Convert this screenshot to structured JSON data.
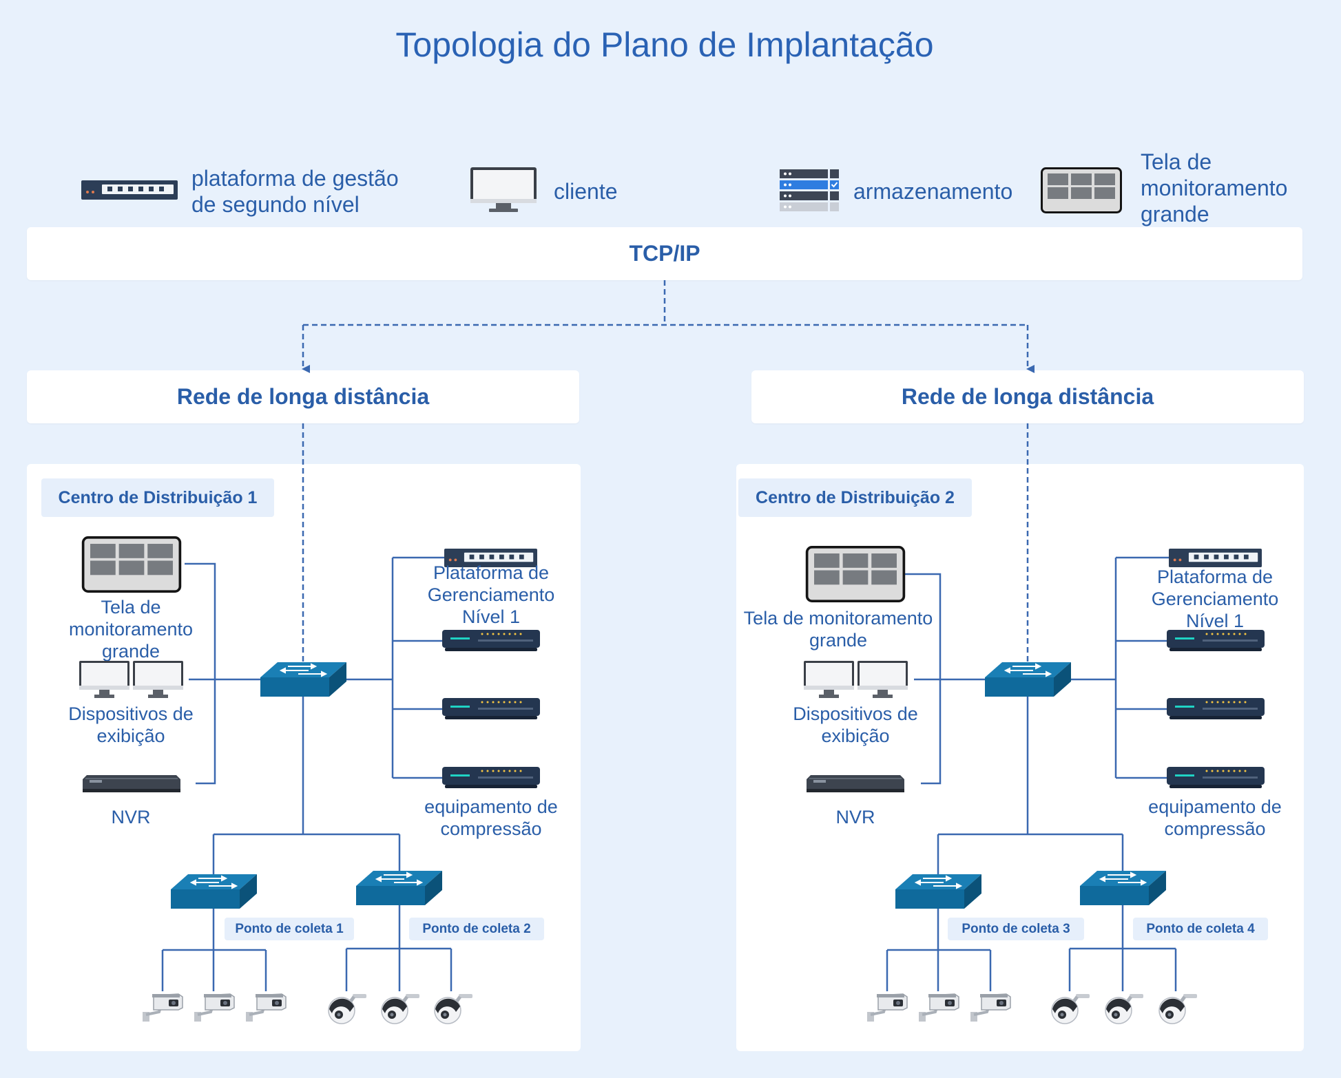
{
  "title": "Topologia do Plano de Implantação",
  "legend": {
    "platform": "plataforma de gestão\nde segundo nível",
    "client": "cliente",
    "storage": "armazenamento",
    "bigscreen": "Tela de\nmonitoramento\ngrande"
  },
  "tcpip": "TCP/IP",
  "wan_left": "Rede de longa distância",
  "wan_right": "Rede de longa distância",
  "center1": {
    "title": "Centro de Distribuição 1",
    "screen_label": "Tela de\nmonitoramento\ngrande",
    "display_label": "Dispositivos de\nexibição",
    "nvr_label": "NVR",
    "platform_label": "Plataforma de\nGerenciamento\nNível 1",
    "compression_label": "equipamento de\ncompressão",
    "point_a": "Ponto de coleta 1",
    "point_b": "Ponto de coleta 2"
  },
  "center2": {
    "title": "Centro de Distribuição 2",
    "screen_label": "Tela de monitoramento\ngrande",
    "display_label": "Dispositivos de\nexibição",
    "nvr_label": "NVR",
    "platform_label": "Plataforma de\nGerenciamento\nNível 1",
    "compression_label": "equipamento de\ncompressão",
    "point_a": "Ponto de coleta 3",
    "point_b": "Ponto de coleta 4"
  },
  "colors": {
    "accent": "#2a5ea8",
    "line": "#3a68b0",
    "switch": "#0f6a9c",
    "background": "#e8f1fc"
  }
}
